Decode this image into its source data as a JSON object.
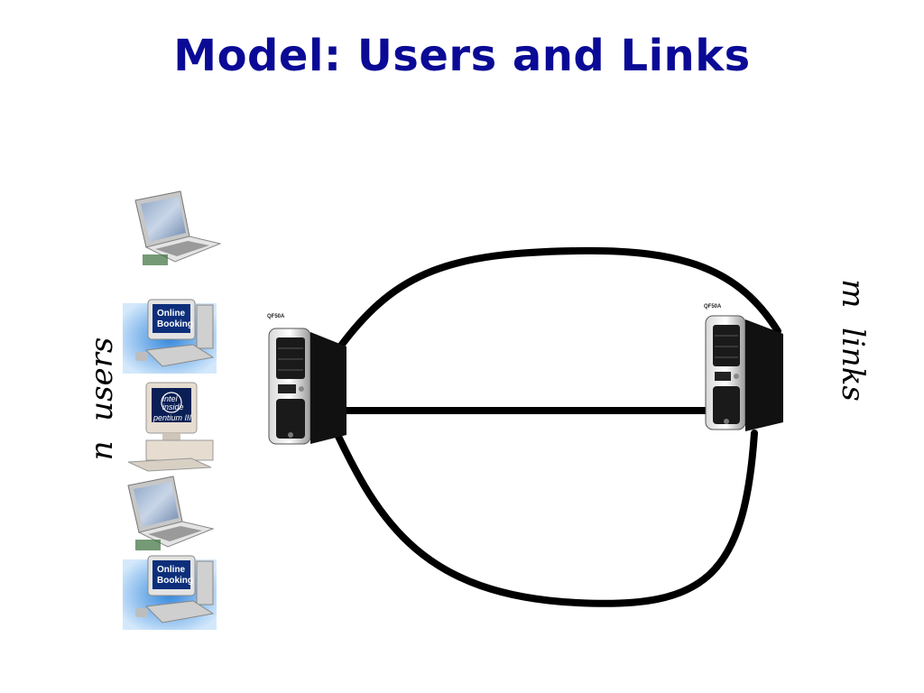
{
  "title": "Model: Users and Links",
  "colors": {
    "title": "#0a0a96",
    "link": "#000000"
  },
  "users_label": "n  users",
  "links_label": "m  links",
  "servers": [
    {
      "tag": "QF50A",
      "icon": "server-tower-icon"
    },
    {
      "tag": "QF50A",
      "icon": "server-tower-icon"
    }
  ],
  "users": [
    {
      "icon": "laptop-icon"
    },
    {
      "icon": "desktop-monitor-icon",
      "screen_text": [
        "Online",
        "Booking"
      ]
    },
    {
      "icon": "desktop-pc-icon",
      "screen_text": [
        "intel",
        "inside",
        "pentium III"
      ]
    },
    {
      "icon": "laptop-icon"
    },
    {
      "icon": "desktop-monitor-icon",
      "screen_text": [
        "Online",
        "Booking"
      ]
    }
  ],
  "links_count": 3
}
